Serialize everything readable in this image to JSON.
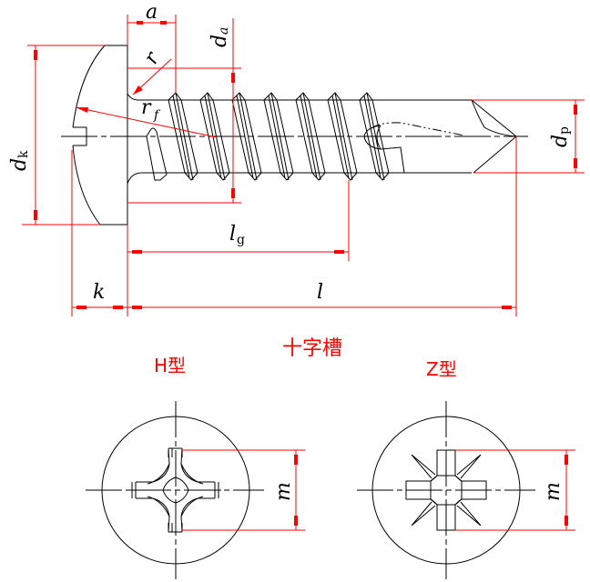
{
  "title": "Cross recessed pan head drilling screw",
  "colors": {
    "outline": "#000000",
    "dimension": "#ff0000",
    "background": "#ffffff"
  },
  "dimensions": {
    "a": {
      "symbol": "a"
    },
    "da": {
      "symbol": "d",
      "subscript": "a"
    },
    "r": {
      "symbol": "r"
    },
    "rf": {
      "symbol": "r",
      "subscript": "f"
    },
    "dk": {
      "symbol": "d",
      "subscript": "k"
    },
    "dp": {
      "symbol": "d",
      "subscript": "p"
    },
    "lg": {
      "symbol": "l",
      "subscript": "g"
    },
    "k": {
      "symbol": "k"
    },
    "l": {
      "symbol": "l"
    },
    "m_h": {
      "symbol": "m"
    },
    "m_z": {
      "symbol": "m"
    }
  },
  "section_title": "十字槽",
  "recess_types": [
    {
      "label": "H型"
    },
    {
      "label": "Z型"
    }
  ]
}
